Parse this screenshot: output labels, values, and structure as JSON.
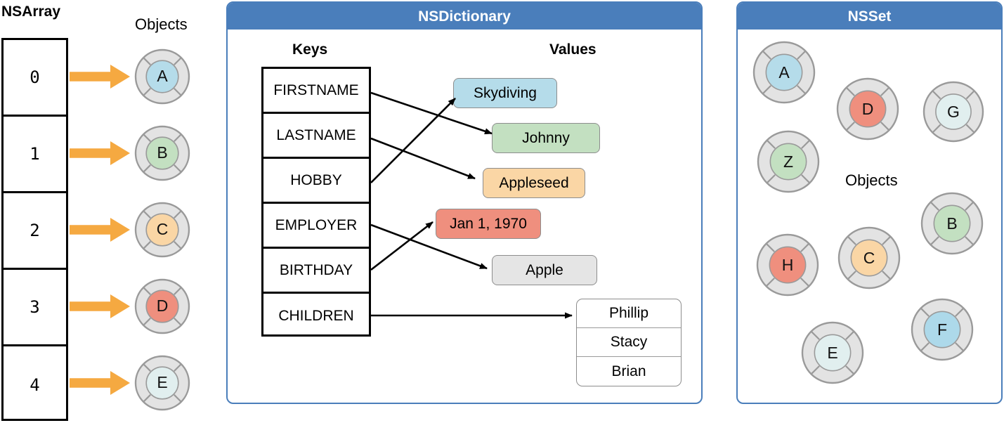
{
  "colors": {
    "header_blue": "#4a7ebb",
    "panel_border": "#4a7ebb",
    "arrow_orange": "#f5a941",
    "token_ring": "#e3e3e3",
    "token_ring_stroke": "#9a9a9a",
    "blue": "#b5dcea",
    "green": "#c3e0c1",
    "orange": "#fad6a5",
    "red": "#ef8f7e",
    "pale": "#e1efef",
    "grey": "#e5e5e5",
    "skyblue": "#add9ea"
  },
  "array_section": {
    "title": "NSArray",
    "objects_label": "Objects",
    "cells": [
      {
        "index": "0",
        "object": "A",
        "color": "#b5dcea"
      },
      {
        "index": "1",
        "object": "B",
        "color": "#c3e0c1"
      },
      {
        "index": "2",
        "object": "C",
        "color": "#fad6a5"
      },
      {
        "index": "3",
        "object": "D",
        "color": "#ef8f7e"
      },
      {
        "index": "4",
        "object": "E",
        "color": "#e1efef"
      }
    ]
  },
  "dictionary_section": {
    "title": "NSDictionary",
    "keys_header": "Keys",
    "values_header": "Values",
    "keys": [
      {
        "label": "FIRSTNAME"
      },
      {
        "label": "LASTNAME"
      },
      {
        "label": "HOBBY"
      },
      {
        "label": "EMPLOYER"
      },
      {
        "label": "BIRTHDAY"
      },
      {
        "label": "CHILDREN"
      }
    ],
    "values": [
      {
        "label": "Skydiving",
        "color": "#b5dcea"
      },
      {
        "label": "Johnny",
        "color": "#c3e0c1"
      },
      {
        "label": "Appleseed",
        "color": "#fad6a5"
      },
      {
        "label": "Jan 1, 1970",
        "color": "#ef8f7e"
      },
      {
        "label": "Apple",
        "color": "#e5e5e5"
      }
    ],
    "children": [
      "Phillip",
      "Stacy",
      "Brian"
    ],
    "mapping": [
      {
        "key": "FIRSTNAME",
        "value": "Johnny"
      },
      {
        "key": "LASTNAME",
        "value": "Appleseed"
      },
      {
        "key": "HOBBY",
        "value": "Skydiving"
      },
      {
        "key": "EMPLOYER",
        "value": "Apple"
      },
      {
        "key": "BIRTHDAY",
        "value": "Jan 1, 1970"
      },
      {
        "key": "CHILDREN",
        "value": "Phillip / Stacy / Brian"
      }
    ]
  },
  "set_section": {
    "title": "NSSet",
    "objects_label": "Objects",
    "objects": [
      {
        "label": "A",
        "color": "#b5dcea"
      },
      {
        "label": "D",
        "color": "#ef8f7e"
      },
      {
        "label": "G",
        "color": "#e1efef"
      },
      {
        "label": "Z",
        "color": "#c3e0c1"
      },
      {
        "label": "B",
        "color": "#c3e0c1"
      },
      {
        "label": "H",
        "color": "#ef8f7e"
      },
      {
        "label": "C",
        "color": "#fad6a5"
      },
      {
        "label": "F",
        "color": "#add9ea"
      },
      {
        "label": "E",
        "color": "#e1efef"
      }
    ]
  }
}
